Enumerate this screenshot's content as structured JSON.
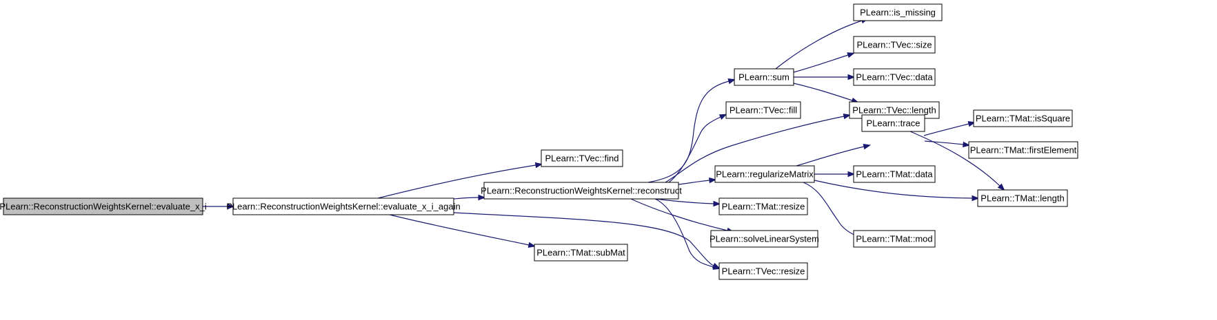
{
  "colors": {
    "edge": "#191970",
    "node_fill": "#ffffff",
    "root_fill": "#bfbfbf",
    "node_border": "#000000"
  },
  "nodes": [
    {
      "id": "evaluate_x_i",
      "label": "PLearn::ReconstructionWeightsKernel::evaluate_x_i",
      "root": true
    },
    {
      "id": "evaluate_x_i_again",
      "label": "PLearn::ReconstructionWeightsKernel::evaluate_x_i_again"
    },
    {
      "id": "tvec_find",
      "label": "PLearn::TVec::find"
    },
    {
      "id": "reconstruct",
      "label": "PLearn::ReconstructionWeightsKernel::reconstruct"
    },
    {
      "id": "tmat_submat",
      "label": "PLearn::TMat::subMat"
    },
    {
      "id": "tvec_resize",
      "label": "PLearn::TVec::resize"
    },
    {
      "id": "sum",
      "label": "PLearn::sum"
    },
    {
      "id": "tvec_fill",
      "label": "PLearn::TVec::fill"
    },
    {
      "id": "regularizeMatrix",
      "label": "PLearn::regularizeMatrix"
    },
    {
      "id": "tmat_resize",
      "label": "PLearn::TMat::resize"
    },
    {
      "id": "solveLinearSystem",
      "label": "PLearn::solveLinearSystem"
    },
    {
      "id": "is_missing",
      "label": "PLearn::is_missing"
    },
    {
      "id": "tvec_size",
      "label": "PLearn::TVec::size"
    },
    {
      "id": "tvec_data",
      "label": "PLearn::TVec::data"
    },
    {
      "id": "tvec_length",
      "label": "PLearn::TVec::length"
    },
    {
      "id": "trace",
      "label": "PLearn::trace"
    },
    {
      "id": "tmat_data",
      "label": "PLearn::TMat::data"
    },
    {
      "id": "tmat_mod",
      "label": "PLearn::TMat::mod"
    },
    {
      "id": "tmat_isSquare",
      "label": "PLearn::TMat::isSquare"
    },
    {
      "id": "tmat_firstElement",
      "label": "PLearn::TMat::firstElement"
    },
    {
      "id": "tmat_length",
      "label": "PLearn::TMat::length"
    }
  ],
  "edges": [
    {
      "from": "evaluate_x_i",
      "to": "evaluate_x_i_again"
    },
    {
      "from": "evaluate_x_i_again",
      "to": "tvec_find"
    },
    {
      "from": "evaluate_x_i_again",
      "to": "reconstruct"
    },
    {
      "from": "evaluate_x_i_again",
      "to": "tmat_submat"
    },
    {
      "from": "evaluate_x_i_again",
      "to": "tvec_resize"
    },
    {
      "from": "reconstruct",
      "to": "sum"
    },
    {
      "from": "reconstruct",
      "to": "tvec_fill"
    },
    {
      "from": "reconstruct",
      "to": "tvec_length"
    },
    {
      "from": "reconstruct",
      "to": "regularizeMatrix"
    },
    {
      "from": "reconstruct",
      "to": "tmat_resize"
    },
    {
      "from": "reconstruct",
      "to": "solveLinearSystem"
    },
    {
      "from": "reconstruct",
      "to": "tvec_resize"
    },
    {
      "from": "sum",
      "to": "is_missing"
    },
    {
      "from": "sum",
      "to": "tvec_size"
    },
    {
      "from": "sum",
      "to": "tvec_data"
    },
    {
      "from": "sum",
      "to": "tvec_length"
    },
    {
      "from": "regularizeMatrix",
      "to": "trace"
    },
    {
      "from": "regularizeMatrix",
      "to": "tmat_data"
    },
    {
      "from": "regularizeMatrix",
      "to": "tmat_length"
    },
    {
      "from": "regularizeMatrix",
      "to": "tmat_mod"
    },
    {
      "from": "trace",
      "to": "tmat_isSquare"
    },
    {
      "from": "trace",
      "to": "tmat_firstElement"
    },
    {
      "from": "trace",
      "to": "tmat_length"
    }
  ]
}
